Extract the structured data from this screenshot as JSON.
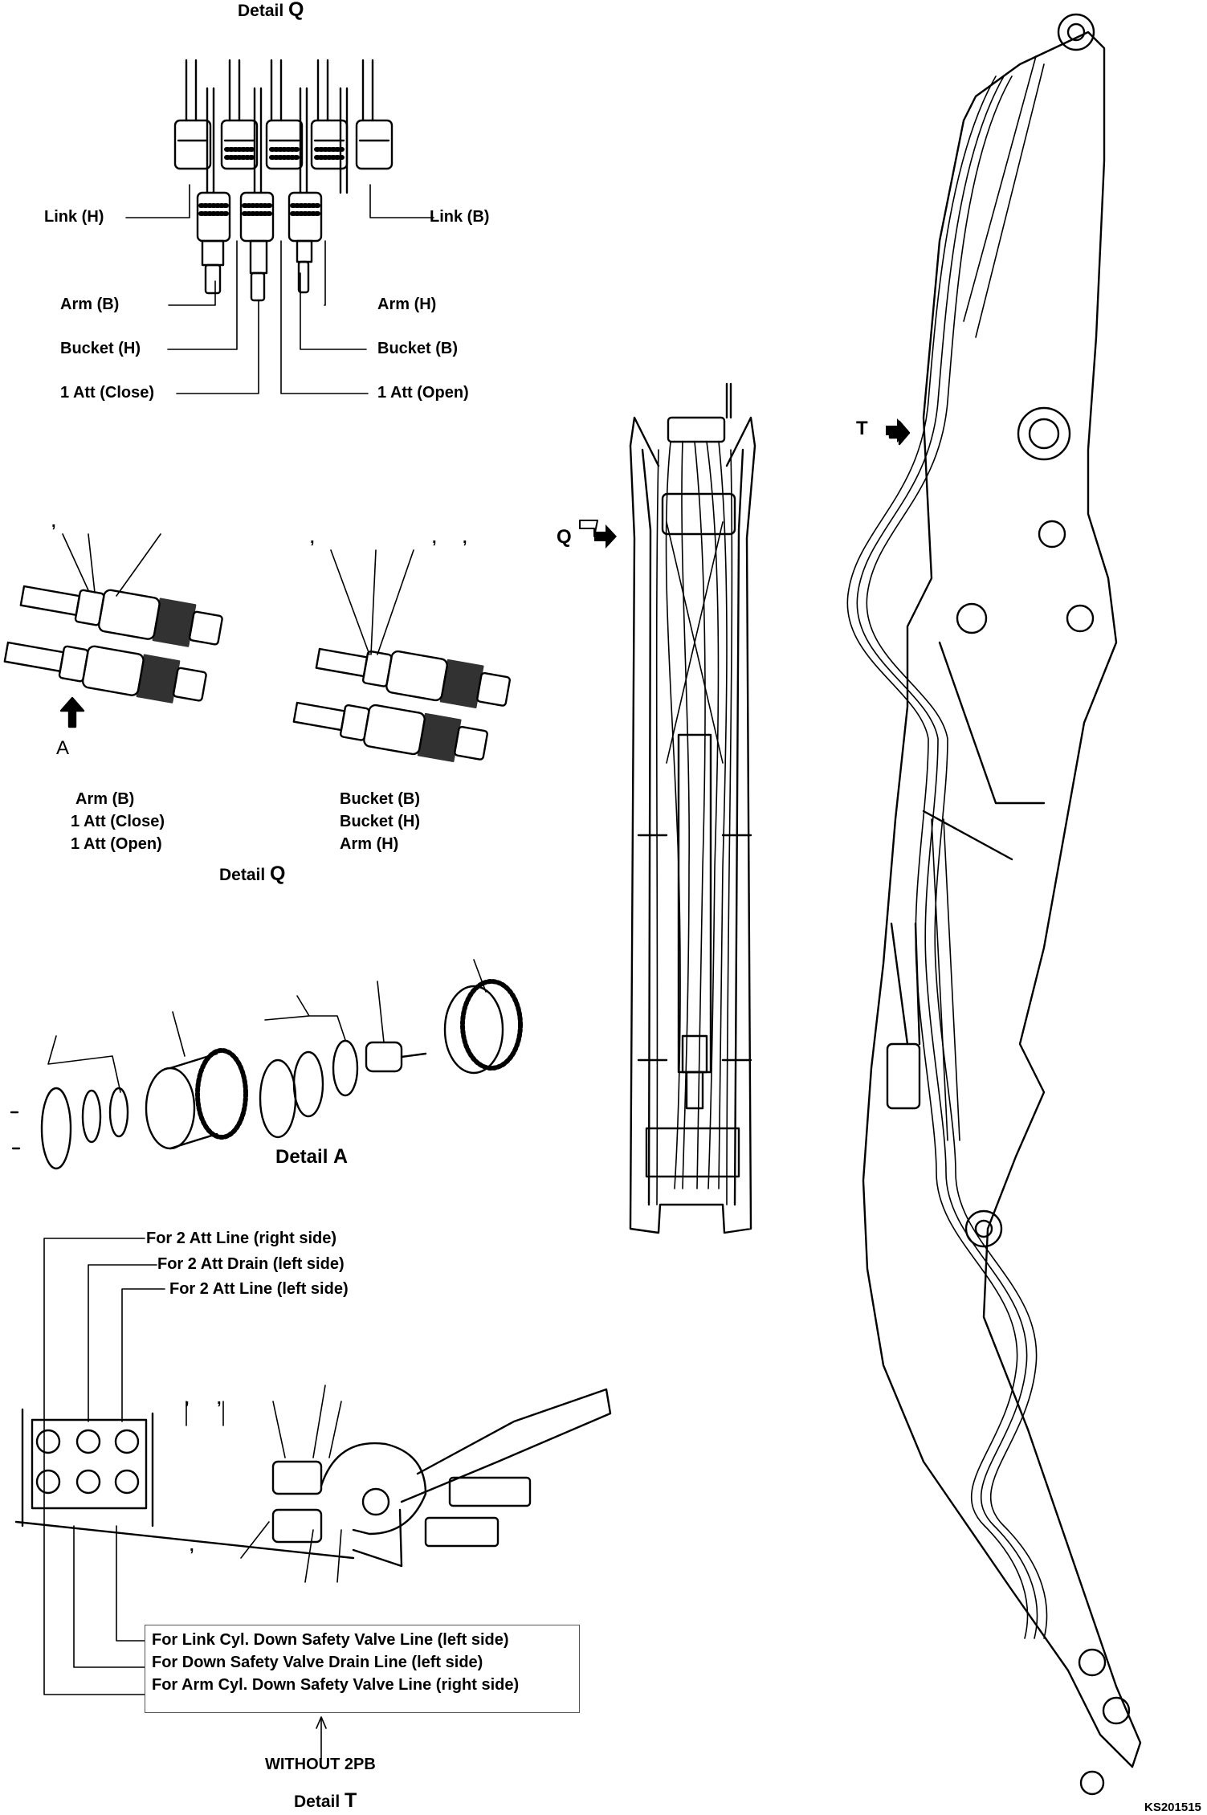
{
  "titles": {
    "detail_q_top": {
      "text": "Detail ",
      "letter": "Q"
    },
    "detail_q_mid": {
      "text": "Detail ",
      "letter": "Q"
    },
    "detail_a": {
      "text": "Detail ",
      "letter": "A"
    },
    "detail_t": {
      "text": "Detail ",
      "letter": "T"
    }
  },
  "detail_q_labels": {
    "link_h": "Link (H)",
    "link_b": "Link (B)",
    "arm_b": "Arm (B)",
    "arm_h": "Arm (H)",
    "bucket_h": "Bucket (H)",
    "bucket_b": "Bucket (B)",
    "att1_close": "1 Att (Close)",
    "att1_open": "1 Att (Open)"
  },
  "detail_q_groups": {
    "left": [
      "Arm (B)",
      "1 Att (Close)",
      "1 Att (Open)"
    ],
    "right": [
      "Bucket (B)",
      "Bucket (H)",
      "Arm (H)"
    ],
    "view_letter": "A"
  },
  "detail_t_top_labels": [
    "For 2 Att Line (right side)",
    "For 2 Att Drain (left side)",
    "For 2 Att Line (left side)"
  ],
  "detail_t_box_labels": [
    "For Link Cyl. Down Safety Valve Line (left side)",
    "For Down Safety Valve Drain Line (left side)",
    "For Arm Cyl. Down Safety Valve Line (right side)"
  ],
  "without_note": "WITHOUT 2PB",
  "arrow_labels": {
    "q": "Q",
    "t": "T"
  },
  "drawing_code": "KS201515",
  "commas": [
    ",",
    ",",
    ",",
    ",",
    ",",
    ",",
    ",",
    ","
  ]
}
